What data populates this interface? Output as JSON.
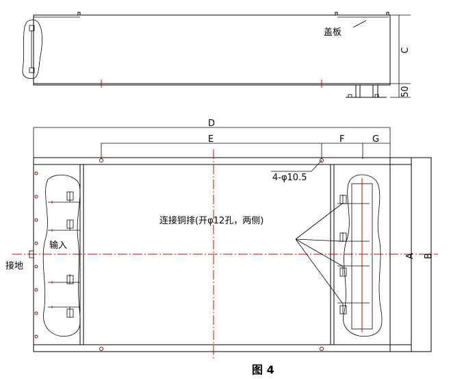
{
  "labels": {
    "cover": "盖板",
    "dim_c": "C",
    "dim_50": "50",
    "dim_d": "D",
    "dim_e": "E",
    "dim_f": "F",
    "dim_g": "G",
    "holes": "4-φ10.5",
    "busbar": "连接铜排(开φ12孔，两侧)",
    "input": "输入",
    "ground": "接地",
    "dim_a": "A",
    "dim_b": "B"
  },
  "caption": "图 4"
}
